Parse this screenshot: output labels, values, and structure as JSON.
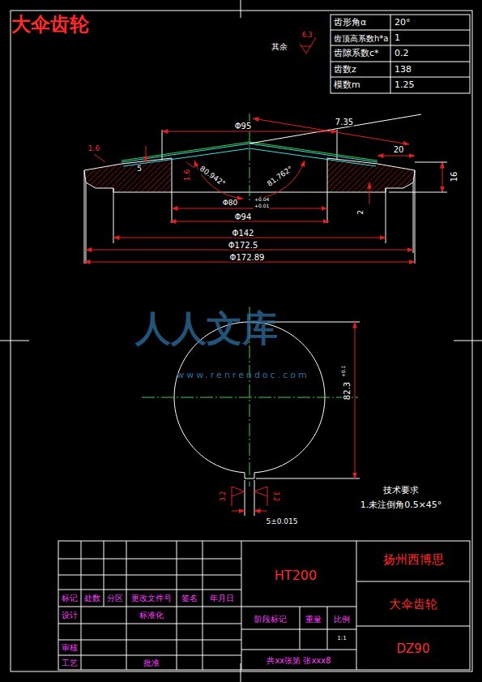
{
  "diagram": {
    "title": "大伞齿轮",
    "labels": [
      "其余",
      "6.3",
      "齿形角α",
      "20°",
      "齿顶高系数h*a",
      "1",
      "齿隙系数c*",
      "0.2",
      "齿数z",
      "138",
      "模数m",
      "1.25",
      "Φ95",
      "7.35",
      "1.6",
      "5",
      "1.6",
      "80.942°",
      "81.762°",
      "20",
      "16",
      "Φ80",
      "+0.04",
      "+0.01",
      "Φ94",
      "2",
      "Φ142",
      "Φ172.5",
      "Φ172.89",
      "人人文库",
      "www.renrendoc.com",
      "82.3",
      "+0.1",
      "3.2",
      "3.2",
      "5±0.015",
      "技术要求",
      "1.未注倒角0.5×45°",
      "HT200",
      "扬州西博思",
      "标记",
      "处数",
      "分区",
      "更改文件号",
      "签名",
      "年月日",
      "设计",
      "标准化",
      "阶段标记",
      "重量",
      "比例",
      "大伞齿轮",
      "1:1",
      "审核",
      "DZ90",
      "工艺",
      "批准",
      "共xx张第 张xxx8"
    ]
  }
}
